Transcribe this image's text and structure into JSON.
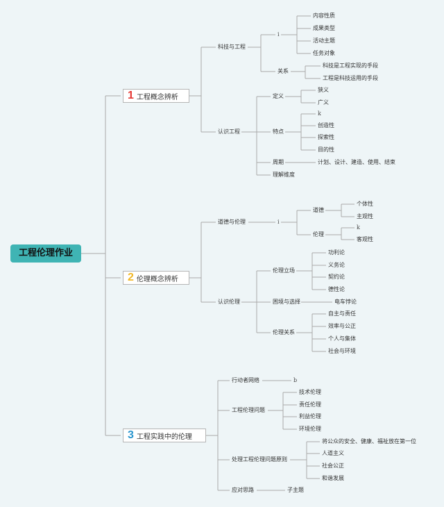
{
  "root": "工程伦理作业",
  "topics": [
    {
      "num": "1",
      "num_color": "#e53935",
      "label": "工程概念辨析"
    },
    {
      "num": "2",
      "num_color": "#f2b826",
      "label": "伦理概念辨析"
    },
    {
      "num": "3",
      "num_color": "#2a96cf",
      "label": "工程实践中的伦理"
    }
  ],
  "t1": {
    "a": "科技与工程",
    "a_i": "i",
    "a_items": [
      "内容性质",
      "成果类型",
      "活动主题",
      "任务对象"
    ],
    "a_rel": "关系",
    "a_rel_items": [
      "科技是工程实现的手段",
      "工程是科技运用的手段"
    ],
    "b": "认识工程",
    "b_def": "定义",
    "b_def_items": [
      "狭义",
      "广义"
    ],
    "b_feat": "特点",
    "b_feat_items": [
      "k",
      "创造性",
      "探索性",
      "目的性"
    ],
    "b_cycle": "周期",
    "b_cycle_item": "计划、设计、建造、使用、结束",
    "b_dim": "理解维度"
  },
  "t2": {
    "a": "道德与伦理",
    "a_i": "i",
    "a_moral": "道德",
    "a_moral_items": [
      "个体性",
      "主观性"
    ],
    "a_ethic": "伦理",
    "a_ethic_items": [
      "k",
      "客观性"
    ],
    "b": "认识伦理",
    "b_stand": "伦理立场",
    "b_stand_items": [
      "功利论",
      "义务论",
      "契约论",
      "德性论"
    ],
    "b_dilemma": "困境与选择",
    "b_dilemma_item": "电车悖论",
    "b_rel": "伦理关系",
    "b_rel_items": [
      "自主与责任",
      "效率与公正",
      "个人与集体",
      "社会与环境"
    ]
  },
  "t3": {
    "a": "行动者网络",
    "a_item": "b",
    "b": "工程伦理问题",
    "b_items": [
      "技术伦理",
      "责任伦理",
      "利益伦理",
      "环境伦理"
    ],
    "c": "处理工程伦理问题原则",
    "c_items": [
      "将公众的安全、健康、福祉放在第一位",
      "人道主义",
      "社会公正",
      "和谐发展"
    ],
    "d": "应对思路",
    "d_item": "子主题"
  },
  "colors": {
    "root_bg": "#3fb4b4",
    "line": "#a9a9a9",
    "background": "#eef5f7"
  }
}
